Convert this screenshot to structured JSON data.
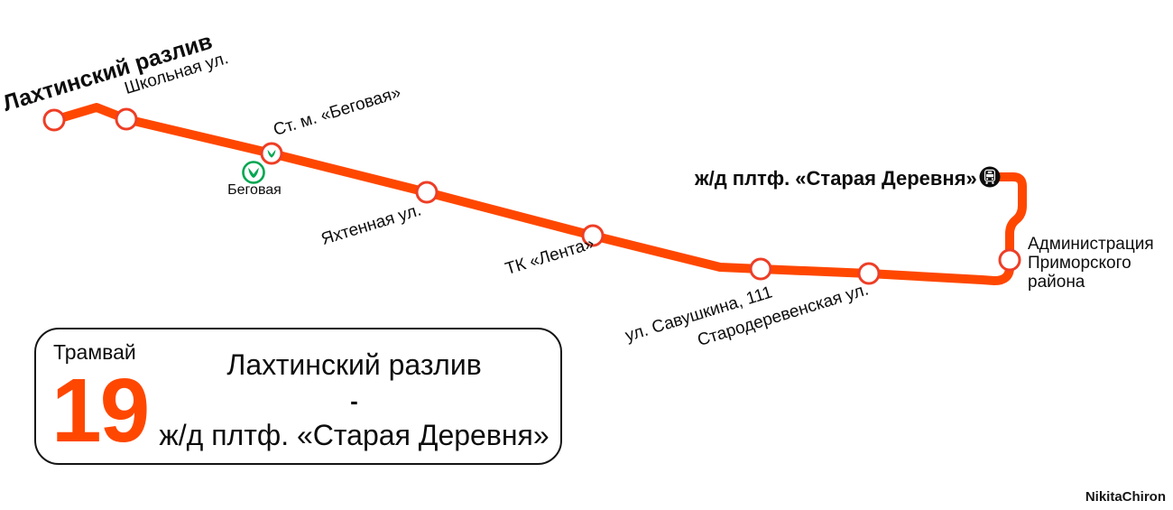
{
  "title_card": {
    "vehicle_label": "Трамвай",
    "route_number": "19",
    "origin": "Лахтинский разлив",
    "separator": "-",
    "destination": "ж/д плтф. «Старая Деревня»"
  },
  "stops": [
    {
      "label": "Лахтинский разлив",
      "type": "terminus"
    },
    {
      "label": "Школьная ул.",
      "type": "stop"
    },
    {
      "label": "Ст. м. «Беговая»",
      "type": "metro-interchange"
    },
    {
      "label": "Яхтенная ул.",
      "type": "stop"
    },
    {
      "label": "ТК «Лента»",
      "type": "stop"
    },
    {
      "label": "ул. Савушкина, 111",
      "type": "stop"
    },
    {
      "label": "Стародеревенская ул.",
      "type": "stop"
    },
    {
      "label": "Администрация Приморского района",
      "type": "stop"
    },
    {
      "label": "ж/д плтф. «Старая Деревня»",
      "type": "terminus-rail"
    }
  ],
  "metro": {
    "station_label": "Беговая"
  },
  "icons": {
    "metro_logo": "metro-m-icon",
    "rail_terminus": "train-icon"
  },
  "colors": {
    "route_line": "#FF4700",
    "stop_ring": "#EE3E26",
    "metro_green": "#00A651",
    "rail_icon_bg": "#0C0C0C",
    "route_number": "#FF4700"
  },
  "watermark": "NikitaChiron"
}
